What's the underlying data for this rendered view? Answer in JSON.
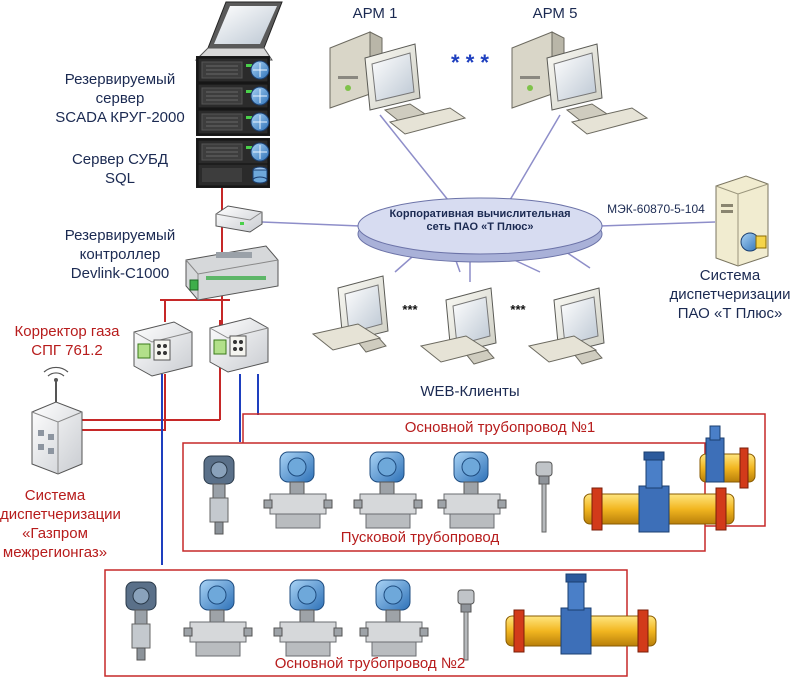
{
  "colors": {
    "red_line": "#c62828",
    "blue_line": "#1e3fbf",
    "network_line": "#8e8ec9",
    "text_dark": "#1b2a52",
    "text_red": "#b71c1c",
    "ellipse_fill": "#d7dcf1"
  },
  "labels": {
    "arm1": "АРМ 1",
    "arm5": "АРМ 5",
    "arm_dots": "* * *",
    "scada_server": [
      "Резервируемый",
      "сервер",
      "SCADA КРУГ-2000"
    ],
    "dbms_server": [
      "Сервер СУБД",
      "SQL"
    ],
    "controller": [
      "Резервируемый",
      "контроллер",
      "Devlink-C1000"
    ],
    "gas_corrector": [
      "Корректор газа",
      "СПГ 761.2"
    ],
    "gazprom_system": [
      "Система",
      "диспетчеризации",
      "«Газпром",
      "межрегионгаз»"
    ],
    "network": [
      "Корпоративная вычислительная",
      "сеть ПАО «Т Плюс»"
    ],
    "protocol": "МЭК-60870-5-104",
    "tplus_system": [
      "Система",
      "диспетчеризации",
      "ПАО «Т Плюс»"
    ],
    "web_clients": "WEB-Клиенты",
    "web_dots_1": "***",
    "web_dots_2": "***",
    "pipeline_main1": "Основной трубопровод №1",
    "pipeline_start": "Пусковой трубопровод",
    "pipeline_main2": "Основной трубопровод №2"
  },
  "icons": {
    "laptop": "laptop-icon",
    "server_rack": "server-rack-icon",
    "workstation": "workstation-icon",
    "web_client": "web-client-icon",
    "switch": "network-switch-icon",
    "plc": "plc-controller-icon",
    "corrector": "gas-corrector-icon",
    "antenna_building": "radio-building-icon",
    "tower_server": "tower-server-icon",
    "pressure_sensor": "pressure-transmitter-icon",
    "dp_sensor": "differential-pressure-transmitter-icon",
    "thermometer": "temperature-sensor-icon",
    "flowmeter": "pipe-flowmeter-icon"
  }
}
